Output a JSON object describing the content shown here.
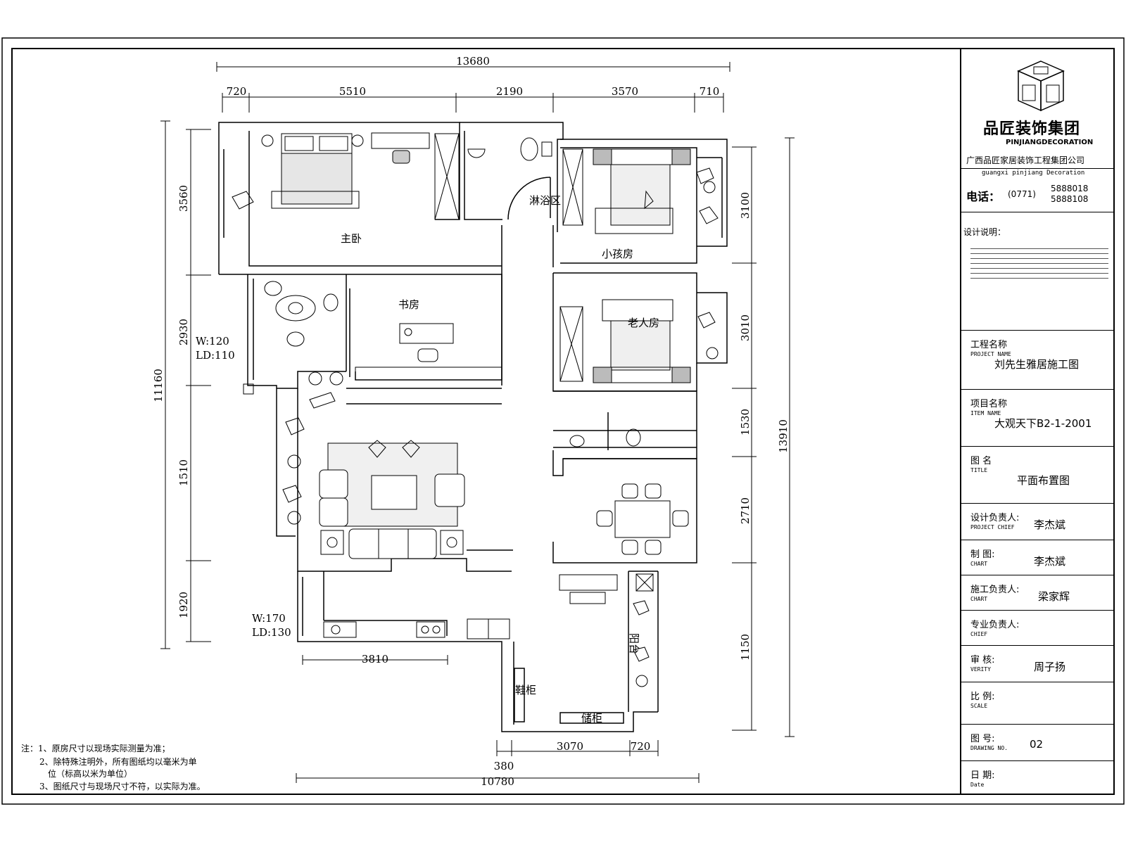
{
  "plan": {
    "dimensions_top": {
      "total": "13680",
      "segments": [
        "720",
        "5510",
        "2190",
        "3570",
        "710"
      ]
    },
    "dimensions_left": {
      "total": "11160",
      "segments": [
        "3560",
        "2930",
        "1510",
        "1920"
      ]
    },
    "dimensions_right": {
      "total": "13910",
      "segments": [
        "3100",
        "3010",
        "1530",
        "2710",
        "1150"
      ]
    },
    "dimensions_bottom": {
      "total": "10780",
      "kitchen": "3810",
      "segments": [
        "380",
        "3070",
        "720"
      ]
    },
    "rooms": {
      "master_bedroom": "主卧",
      "shower": "淋浴区",
      "kids_room": "小孩房",
      "study": "书房",
      "elder_room": "老人房",
      "balcony": "阳台"
    },
    "misc_labels": {
      "window1_w": "W:120",
      "window1_ld": "LD:110",
      "window2_w": "W:170",
      "window2_ld": "LD:130",
      "cabinet1": "鞋柜",
      "cabinet2": "储柜"
    },
    "notes": [
      "注：1、原房尺寸以现场实际测量为准；",
      "2、除特殊注明外，所有图纸均以毫米为单",
      "位（标高以米为单位）",
      "3、图纸尺寸与现场尺寸不符，以实际为准。"
    ]
  },
  "titleblock": {
    "company_cn": "品匠装饰集团",
    "company_en": "PINJIANGDECORATION",
    "company_full": "广西品匠家居装饰工程集团公司",
    "company_full_en": "guangxi pinjiang Decoration",
    "phone_label": "电话：",
    "phone_area": "(0771)",
    "phone_1": "5888018",
    "phone_2": "5888108",
    "design_notes_label": "设计说明：",
    "rows": [
      {
        "label": "工程名称",
        "sub": "PROJECT NAME",
        "value": "刘先生雅居施工图"
      },
      {
        "label": "项目名称",
        "sub": "ITEM NAME",
        "value": "大观天下B2-1-2001"
      },
      {
        "label": "图 名",
        "sub": "TITLE",
        "value": "平面布置图"
      },
      {
        "label": "设计负责人:",
        "sub": "PROJECT CHIEF",
        "value": "李杰斌"
      },
      {
        "label": "制 图:",
        "sub": "CHART",
        "value": "李杰斌"
      },
      {
        "label": "施工负责人:",
        "sub": "CHART",
        "value": "梁家辉"
      },
      {
        "label": "专业负责人:",
        "sub": "CHIEF",
        "value": ""
      },
      {
        "label": "审 核:",
        "sub": "VERITY",
        "value": "周子扬"
      },
      {
        "label": "比 例:",
        "sub": "SCALE",
        "value": ""
      },
      {
        "label": "图 号:",
        "sub": "DRAWING NO.",
        "value": "02"
      },
      {
        "label": "日 期:",
        "sub": "Date",
        "value": ""
      }
    ]
  }
}
